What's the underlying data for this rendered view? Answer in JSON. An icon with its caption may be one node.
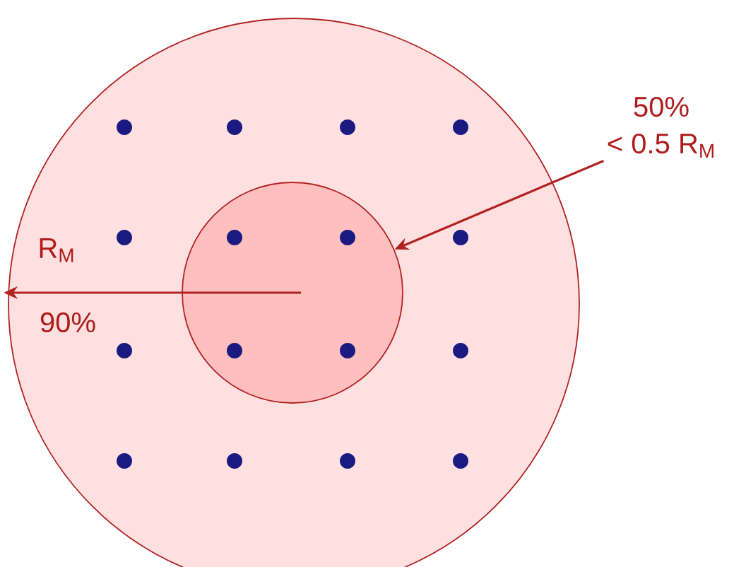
{
  "diagram": {
    "nodes": [
      {
        "text": [],
        "shape": "circle"
      },
      {
        "text": [],
        "shape": "circle",
        "in": 0
      },
      {
        "text": [
          "50%",
          "< 0.5 R$_{M}$"
        ]
      }
    ],
    "edges": [
      {
        "from": 2,
        "to": 1,
        "arrow": "to"
      },
      {
        "from": 1,
        "to": 0,
        "arrow": "to"
      }
    ],
    "labels": [
      "R$_{M}$",
      "90%"
    ]
  }
}
